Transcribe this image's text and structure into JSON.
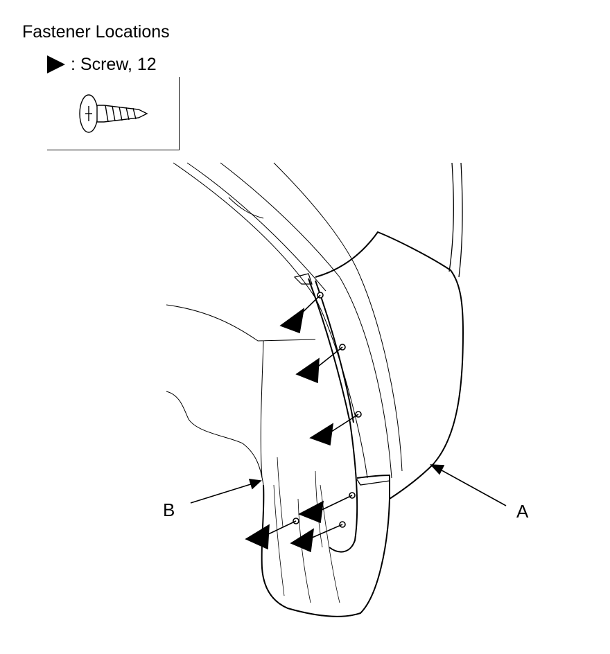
{
  "title": "Fastener Locations",
  "legend": {
    "symbol": "filled-triangle-arrow",
    "label": ": Screw, 12",
    "icon": "screw-icon"
  },
  "callouts": {
    "a": "A",
    "b": "B"
  },
  "screw_count": 6
}
